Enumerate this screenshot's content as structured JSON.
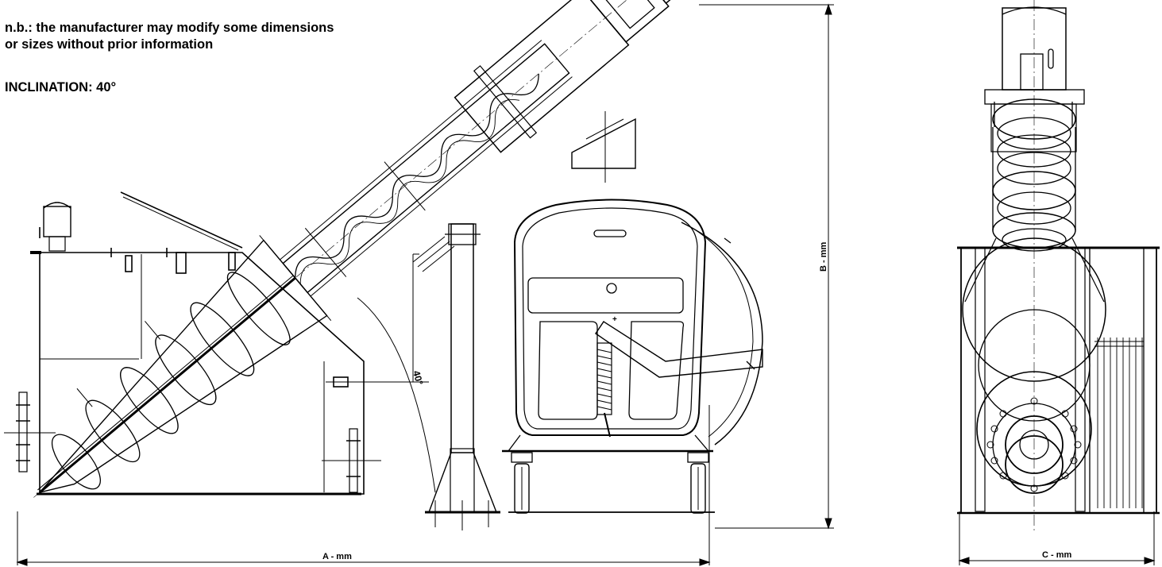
{
  "notes": {
    "line1": "n.b.: the manufacturer may modify some dimensions",
    "line2": "or sizes without prior information",
    "inclination": "INCLINATION: 40°"
  },
  "dimensions": {
    "a": "A - mm",
    "b": "B - mm",
    "c": "C - mm",
    "angle": "40°"
  }
}
